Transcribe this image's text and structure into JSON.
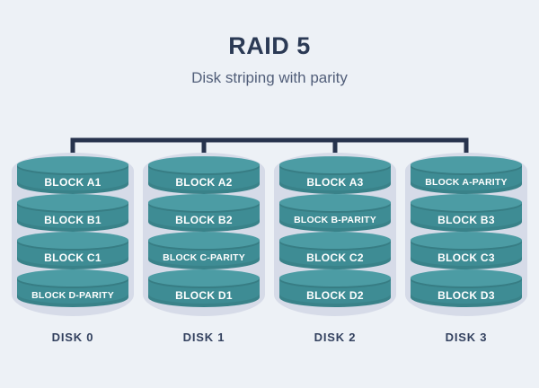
{
  "header": {
    "title": "RAID 5",
    "subtitle": "Disk striping with parity"
  },
  "disks": [
    {
      "label": "DISK 0",
      "blocks": [
        "BLOCK A1",
        "BLOCK B1",
        "BLOCK C1",
        "BLOCK D-PARITY"
      ]
    },
    {
      "label": "DISK 1",
      "blocks": [
        "BLOCK A2",
        "BLOCK B2",
        "BLOCK C-PARITY",
        "BLOCK D1"
      ]
    },
    {
      "label": "DISK 2",
      "blocks": [
        "BLOCK A3",
        "BLOCK B-PARITY",
        "BLOCK C2",
        "BLOCK D2"
      ]
    },
    {
      "label": "DISK 3",
      "blocks": [
        "BLOCK A-PARITY",
        "BLOCK B3",
        "BLOCK C3",
        "BLOCK D3"
      ]
    }
  ],
  "colors": {
    "background": "#edf1f6",
    "disk_outline": "#d6dbe8",
    "cylinder_top": "#4c9ca4",
    "cylinder_body": "#3e8c94",
    "connector": "#27334d",
    "title_text": "#2b3a55",
    "subtitle_text": "#515e79",
    "disk_label_text": "#33415f",
    "block_text": "#ffffff"
  }
}
